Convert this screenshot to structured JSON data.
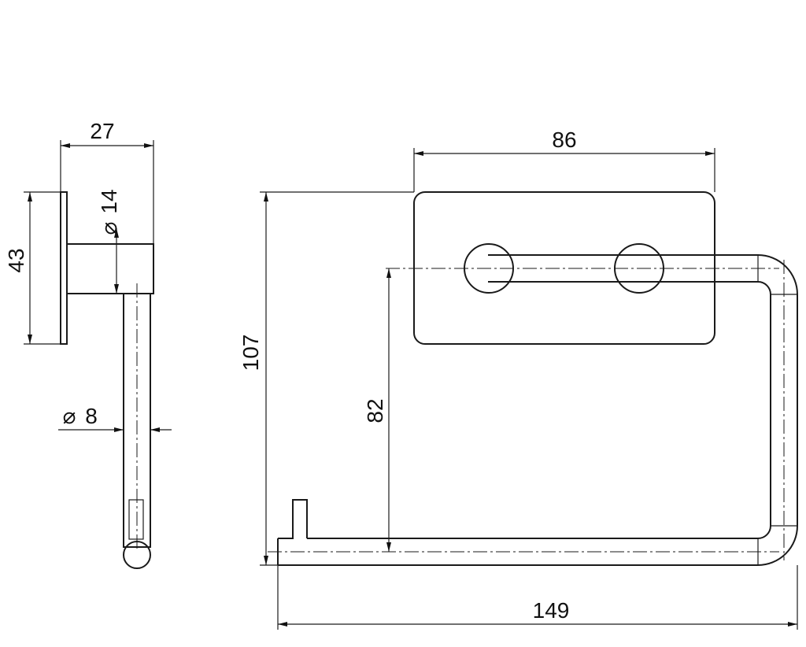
{
  "side_view": {
    "depth_label": "27",
    "height_label": "43",
    "rosette_diameter_label": "14",
    "rod_diameter_label": "8",
    "diameter_symbol": "⌀"
  },
  "front_view": {
    "plate_width_label": "86",
    "total_height_label": "107",
    "rod_drop_label": "82",
    "total_width_label": "149"
  }
}
